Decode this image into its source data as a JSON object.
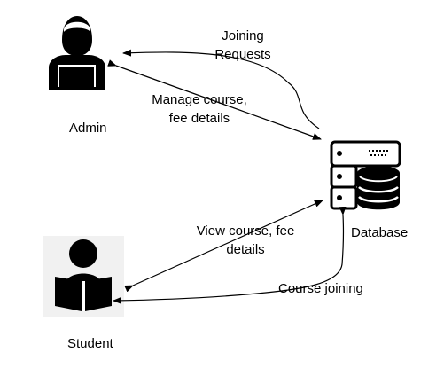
{
  "nodes": {
    "admin": {
      "label": "Admin",
      "icon": "admin-user-icon"
    },
    "database": {
      "label": "Database",
      "icon": "database-server-icon"
    },
    "student": {
      "label": "Student",
      "icon": "student-reading-icon"
    }
  },
  "edges": {
    "joining_requests": {
      "line1": "Joining",
      "line2": "Requests"
    },
    "manage_course": {
      "line1": "Manage course,",
      "line2": "fee details"
    },
    "view_course": {
      "line1": "View course, fee",
      "line2": "details"
    },
    "course_joining": {
      "label": "Course joining"
    }
  },
  "colors": {
    "ink": "#000000",
    "background": "#ffffff"
  }
}
